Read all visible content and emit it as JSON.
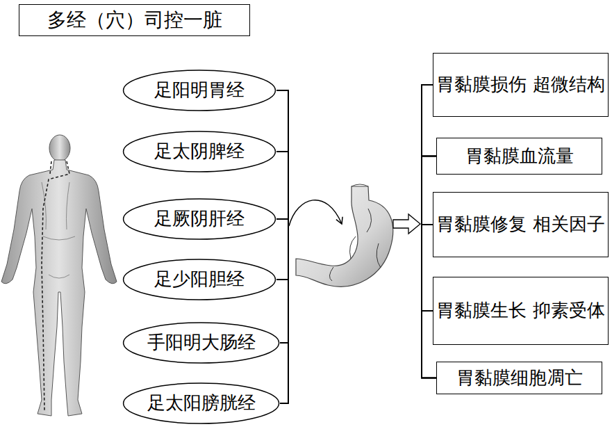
{
  "diagram": {
    "nodes": [
      {
        "text": [
          "多经（穴）司控一脏"
        ]
      },
      {
        "text": [
          "足阳明胃经"
        ]
      },
      {
        "text": [
          "足太阴脾经"
        ]
      },
      {
        "text": [
          "足厥阴肝经"
        ]
      },
      {
        "text": [
          "足少阳胆经"
        ]
      },
      {
        "text": [
          "手阳明大肠经"
        ]
      },
      {
        "text": [
          "足太阳膀胱经"
        ]
      },
      {
        "text": [
          "胃黏膜损伤 超微结构"
        ]
      },
      {
        "text": [
          "胃黏膜血流量"
        ]
      },
      {
        "text": [
          "胃黏膜修复 相关因子"
        ]
      },
      {
        "text": [
          "胃黏膜生长 抑素受体"
        ]
      },
      {
        "text": [
          "胃黏膜细胞凋亡"
        ]
      }
    ],
    "edges": [
      {
        "from": 1,
        "to": 7,
        "arrow": "none"
      },
      {
        "from": 1,
        "to": 8,
        "arrow": "none"
      },
      {
        "from": 1,
        "to": 9,
        "arrow": "none"
      },
      {
        "from": 1,
        "to": 10,
        "arrow": "none"
      },
      {
        "from": 1,
        "to": 11,
        "arrow": "none"
      },
      {
        "from": 2,
        "to": 7,
        "arrow": "none"
      },
      {
        "from": 2,
        "to": 8,
        "arrow": "none"
      },
      {
        "from": 2,
        "to": 9,
        "arrow": "none"
      },
      {
        "from": 2,
        "to": 10,
        "arrow": "none"
      },
      {
        "from": 2,
        "to": 11,
        "arrow": "none"
      },
      {
        "from": 3,
        "to": 7,
        "arrow": "none"
      },
      {
        "from": 3,
        "to": 8,
        "arrow": "none"
      },
      {
        "from": 3,
        "to": 9,
        "arrow": "none"
      },
      {
        "from": 3,
        "to": 10,
        "arrow": "none"
      },
      {
        "from": 3,
        "to": 11,
        "arrow": "none"
      },
      {
        "from": 4,
        "to": 7,
        "arrow": "none"
      },
      {
        "from": 4,
        "to": 8,
        "arrow": "none"
      },
      {
        "from": 4,
        "to": 9,
        "arrow": "none"
      },
      {
        "from": 4,
        "to": 10,
        "arrow": "none"
      },
      {
        "from": 4,
        "to": 11,
        "arrow": "none"
      },
      {
        "from": 5,
        "to": 7,
        "arrow": "none"
      },
      {
        "from": 5,
        "to": 8,
        "arrow": "none"
      },
      {
        "from": 5,
        "to": 9,
        "arrow": "none"
      },
      {
        "from": 5,
        "to": 10,
        "arrow": "none"
      },
      {
        "from": 5,
        "to": 11,
        "arrow": "none"
      },
      {
        "from": 6,
        "to": 7,
        "arrow": "none"
      },
      {
        "from": 6,
        "to": 8,
        "arrow": "none"
      },
      {
        "from": 6,
        "to": 9,
        "arrow": "none"
      },
      {
        "from": 6,
        "to": 10,
        "arrow": "none"
      },
      {
        "from": 6,
        "to": 11,
        "arrow": "none"
      }
    ]
  }
}
